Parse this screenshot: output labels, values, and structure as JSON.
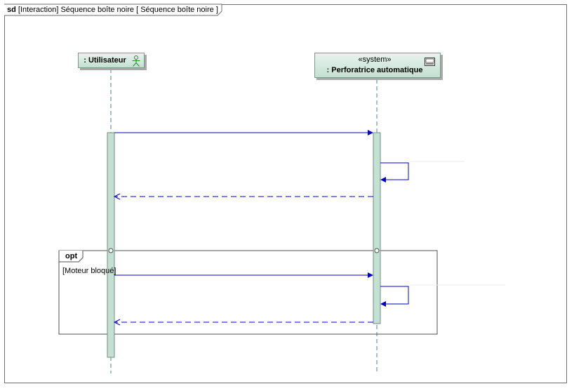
{
  "frame": {
    "keyword": "sd",
    "title": "[Interaction] Séquence boîte noire [ Séquence boîte noire ]"
  },
  "lifelines": {
    "user": {
      "name": ": Utilisateur",
      "icon": "actor-icon"
    },
    "system": {
      "stereotype": "«system»",
      "name": ": Perforatrice automatique",
      "icon": "component-icon"
    }
  },
  "fragment": {
    "operator": "opt",
    "guard": "[Moteur bloqué]"
  },
  "colors": {
    "message": "#0000c8",
    "activation_fill": "#c3e0d2",
    "activation_stroke": "#6f8f80",
    "lifeline": "#4a8a8a",
    "frame": "#6e6e6e"
  }
}
